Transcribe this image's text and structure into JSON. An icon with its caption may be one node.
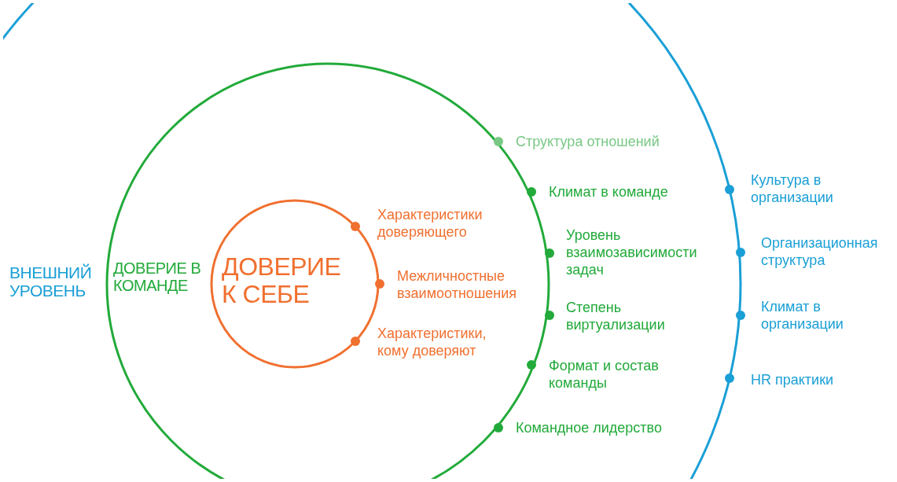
{
  "diagram": {
    "nodes": [
      {
        "text": [
          "ВНЕШНИЙ УРОВЕНЬ"
        ]
      },
      {
        "text": [
          "ДОВЕРИЕ В КОМАНДЕ"
        ],
        "in": 0
      },
      {
        "text": [
          "ДОВЕРИЕ К СЕБЕ"
        ],
        "in": 1
      }
    ],
    "edges": [],
    "labels": [
      "Характеристики доверяющего",
      "Межличностные взаимоотношения",
      "Характеристики, кому доверяют",
      "Структура отношений",
      "Климат в команде",
      "Уровень взаимозависимости задач",
      "Степень виртуализации",
      "Формат и состав команды",
      "Командное лидерство",
      "Культура в организации",
      "Организационная структура",
      "Климат в организации",
      "HR практики"
    ]
  }
}
